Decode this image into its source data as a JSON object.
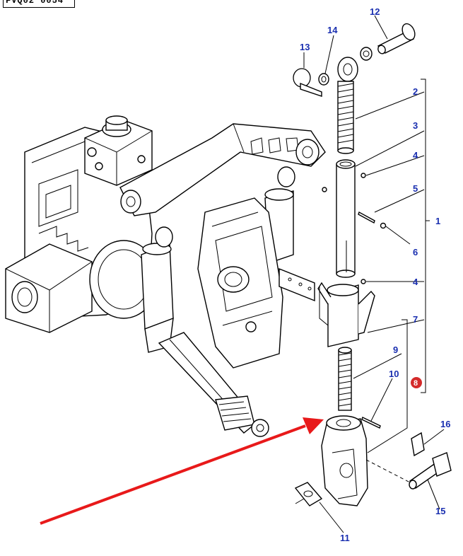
{
  "diagram": {
    "reference_code": "FVQ02 0054",
    "callouts": [
      {
        "id": "c1",
        "label": "1"
      },
      {
        "id": "c2",
        "label": "2"
      },
      {
        "id": "c3",
        "label": "3"
      },
      {
        "id": "c4a",
        "label": "4"
      },
      {
        "id": "c4b",
        "label": "4"
      },
      {
        "id": "c5",
        "label": "5"
      },
      {
        "id": "c6",
        "label": "6"
      },
      {
        "id": "c7",
        "label": "7"
      },
      {
        "id": "c8",
        "label": "8"
      },
      {
        "id": "c9",
        "label": "9"
      },
      {
        "id": "c10",
        "label": "10"
      },
      {
        "id": "c11",
        "label": "11"
      },
      {
        "id": "c12",
        "label": "12"
      },
      {
        "id": "c13",
        "label": "13"
      },
      {
        "id": "c14",
        "label": "14"
      },
      {
        "id": "c15",
        "label": "15"
      },
      {
        "id": "c16",
        "label": "16"
      }
    ],
    "colors": {
      "callout_text": "#1a2fb0",
      "badge_fill": "#d42a2a",
      "arrow": "#e8191a",
      "line": "#000000"
    }
  }
}
